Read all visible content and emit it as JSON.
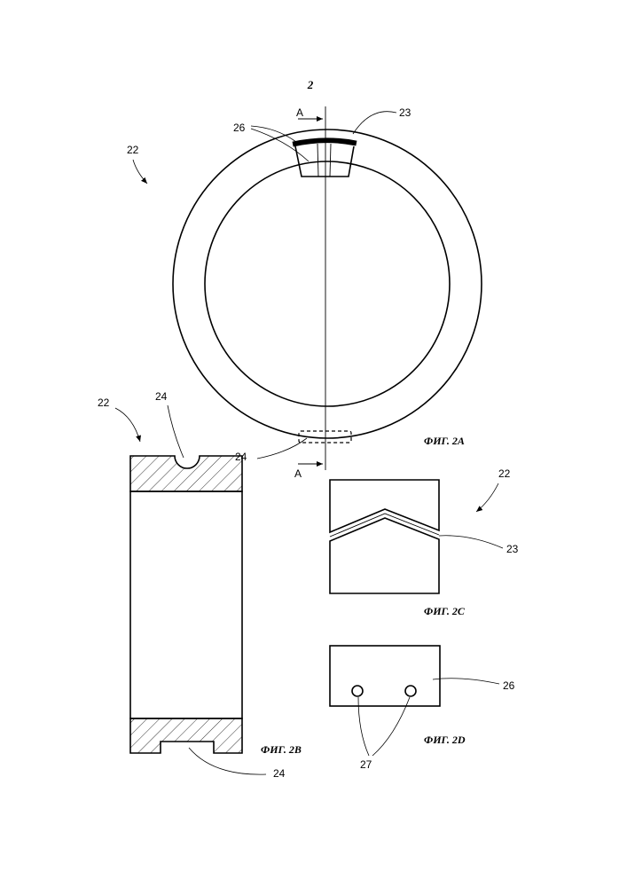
{
  "page_number": "2",
  "fig_2a": {
    "caption": "ФИГ. 2А",
    "section_top": "A",
    "section_bottom": "A",
    "label_ring": "22",
    "label_strip": "23",
    "label_insert": "26",
    "label_groove": "24"
  },
  "fig_2b": {
    "caption": "ФИГ. 2В",
    "label_ring": "22",
    "label_groove_top": "24",
    "label_groove_bottom": "24"
  },
  "fig_2c": {
    "caption": "ФИГ. 2С",
    "label_ring": "22",
    "label_strip": "23"
  },
  "fig_2d": {
    "caption": "ФИГ. 2D",
    "label_insert": "26",
    "label_holes": "27"
  }
}
